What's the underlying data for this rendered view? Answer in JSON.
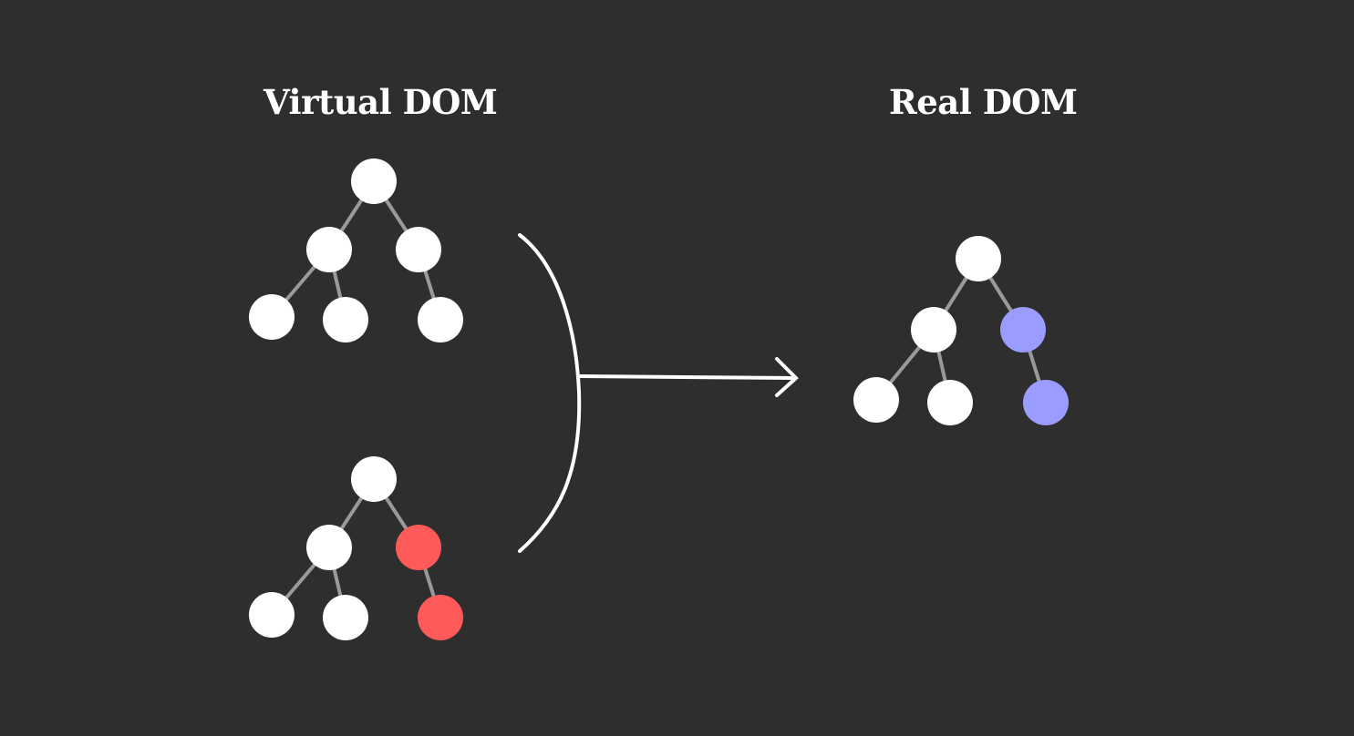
{
  "titles": {
    "virtual": "Virtual DOM",
    "real": "Real DOM"
  },
  "colors": {
    "background": "#2e2e2e",
    "node_default": "#ffffff",
    "node_changed": "#ff5a5a",
    "node_patched": "#9a9cff",
    "edge": "#9a9a9a",
    "connector": "#ffffff"
  },
  "trees": {
    "virtual_before": {
      "changed_nodes": []
    },
    "virtual_after": {
      "changed_nodes": [
        "right-child",
        "right-grandchild"
      ],
      "changed_color": "node_changed"
    },
    "real": {
      "changed_nodes": [
        "right-child",
        "right-grandchild"
      ],
      "changed_color": "node_patched"
    }
  },
  "icons": {
    "bracket": "right-parenthesis-bracket",
    "arrow": "right-arrow"
  }
}
